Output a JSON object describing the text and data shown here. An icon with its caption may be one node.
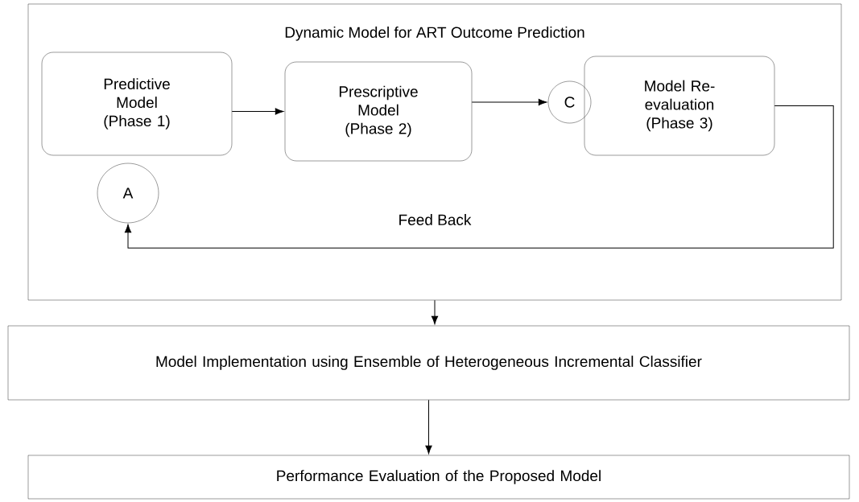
{
  "diagram": {
    "nodes": [
      {
        "text": [
          "Dynamic Model for ART Outcome Prediction"
        ]
      },
      {
        "text": [
          "Predictive Model (Phase 1)"
        ],
        "in": 0
      },
      {
        "text": [
          "Prescriptive Model (Phase 2)"
        ],
        "in": 0
      },
      {
        "text": [
          "C"
        ],
        "in": 0
      },
      {
        "text": [
          "Model Re-evaluation (Phase 3)"
        ],
        "in": 0
      },
      {
        "text": [
          "A"
        ],
        "in": 0
      },
      {
        "text": [
          "Model Implementation using Ensemble of Heterogeneous Incremental Classifier"
        ]
      },
      {
        "text": [
          "Performance Evaluation of the Proposed Model"
        ]
      }
    ],
    "edges": [
      {
        "from": 1,
        "to": 2,
        "arrow": "to"
      },
      {
        "from": 2,
        "to": 3,
        "arrow": "to"
      },
      {
        "from": 4,
        "to": 5,
        "arrow": "to",
        "label": "Feed Back"
      },
      {
        "from": 0,
        "to": 6,
        "arrow": "to"
      },
      {
        "from": 6,
        "to": 7,
        "arrow": "to"
      }
    ]
  }
}
